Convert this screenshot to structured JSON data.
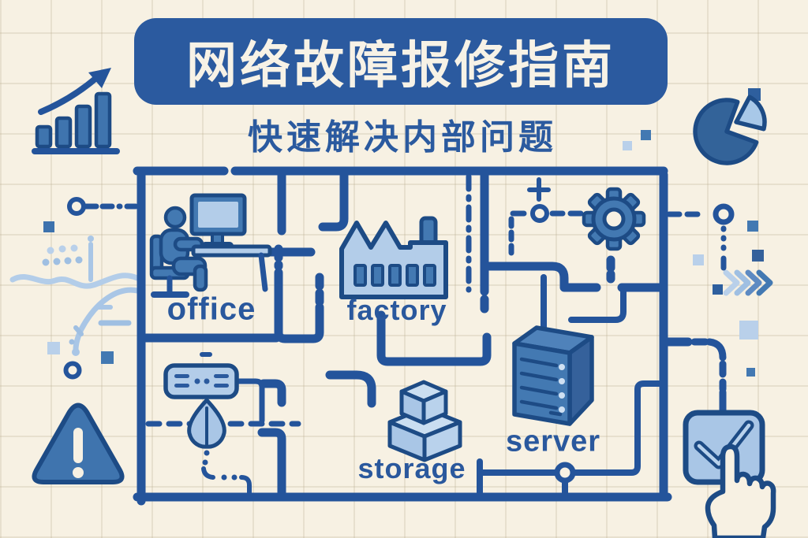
{
  "poster": {
    "title": "网络故障报修指南",
    "subtitle": "快速解决内部问题",
    "rooms": [
      {
        "id": "office",
        "label": "office",
        "icon": "person-at-computer-icon"
      },
      {
        "id": "factory",
        "label": "factory",
        "icon": "factory-building-icon"
      },
      {
        "id": "storage",
        "label": "storage",
        "icon": "storage-boxes-icon"
      },
      {
        "id": "server",
        "label": "server",
        "icon": "server-rack-icon"
      }
    ],
    "decorations": [
      "bar-chart-growth-icon",
      "pie-chart-icon",
      "gear-icon",
      "warning-triangle-icon",
      "router-icon",
      "leaf-icon",
      "check-button-icon",
      "hand-cursor-icon",
      "chevron-arrows-icon",
      "circle-node",
      "dashed-connector",
      "accent-squares"
    ],
    "colors": {
      "background": "#f7f1e3",
      "banner": "#2b5a9f",
      "wall": "#24549b",
      "outline": "#1d4b85",
      "fill_medium": "#4379b2",
      "fill_light": "#b3cde9",
      "fill_lighter": "#a9c6e6",
      "label_text": "#2a589d",
      "cream": "#f7f1e3"
    }
  }
}
